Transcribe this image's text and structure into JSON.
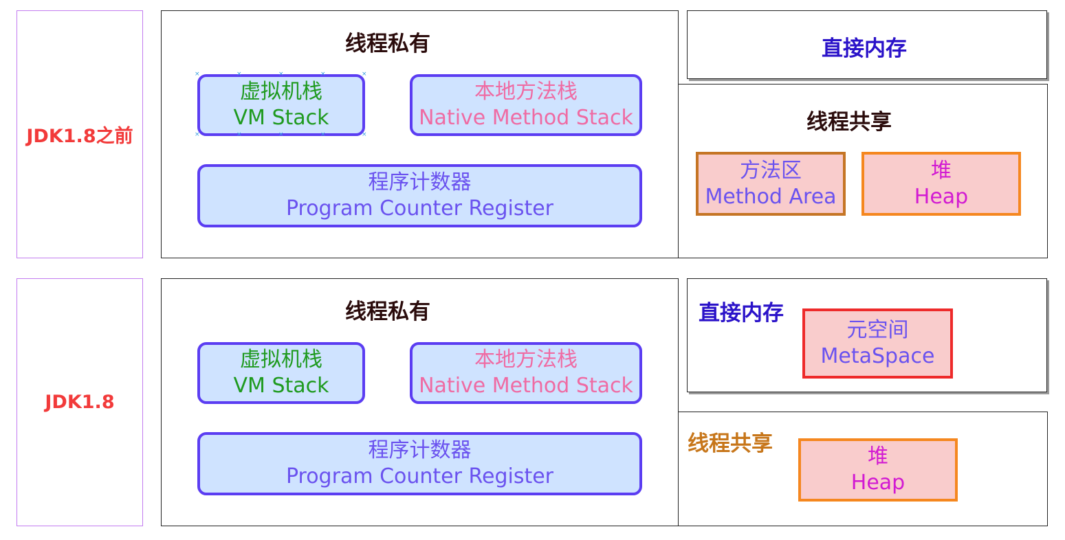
{
  "before": {
    "label": "JDK1.8之前",
    "private_title": "线程私有",
    "vm_stack": {
      "cn": "虚拟机栈",
      "en": "VM Stack"
    },
    "native_stack": {
      "cn": "本地方法栈",
      "en": "Native Method Stack"
    },
    "pc_register": {
      "cn": "程序计数器",
      "en": "Program Counter Register"
    },
    "direct_memory_title": "直接内存",
    "shared_title": "线程共享",
    "method_area": {
      "cn": "方法区",
      "en": "Method Area"
    },
    "heap": {
      "cn": "堆",
      "en": "Heap"
    }
  },
  "after": {
    "label": "JDK1.8",
    "private_title": "线程私有",
    "vm_stack": {
      "cn": "虚拟机栈",
      "en": "VM Stack"
    },
    "native_stack": {
      "cn": "本地方法栈",
      "en": "Native Method Stack"
    },
    "pc_register": {
      "cn": "程序计数器",
      "en": "Program Counter Register"
    },
    "direct_memory_title": "直接内存",
    "metaspace": {
      "cn": "元空间",
      "en": "MetaSpace"
    },
    "shared_title": "线程共享",
    "heap": {
      "cn": "堆",
      "en": "Heap"
    }
  },
  "colors": {
    "label": "#f23a3a",
    "stack_fill": "#cfe3ff",
    "stack_border": "#5b3df2",
    "pink_fill": "#f9cccc",
    "direct_memory_text": "#2a12c9",
    "shared_text_after": "#c7761a"
  }
}
